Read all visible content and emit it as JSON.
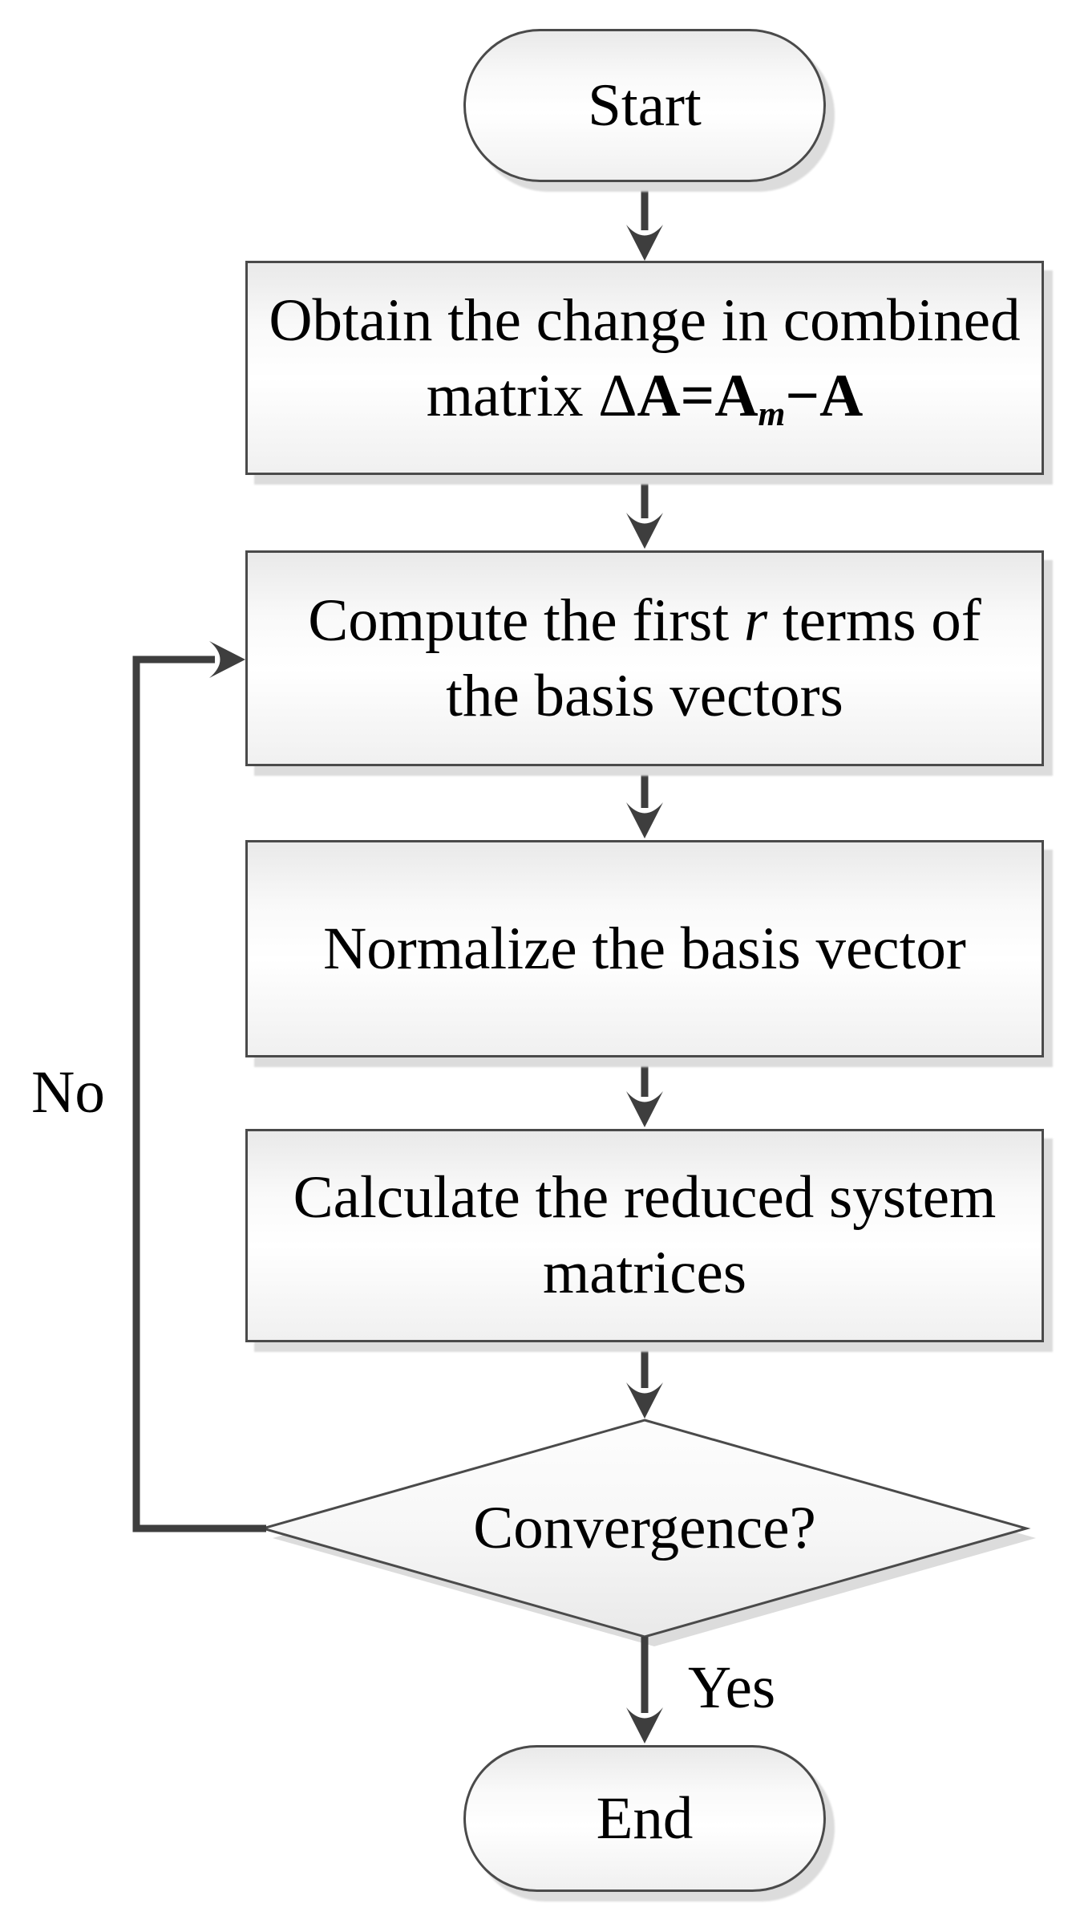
{
  "colors": {
    "background": "#ffffff",
    "connector_line": "#3e3e3e",
    "node_border": "#4a4a4a",
    "node_fill_top": "#e9e9e9",
    "node_fill_mid": "#ffffff",
    "node_fill_bottom": "#f0f0f0",
    "shadow": "#dcdcdc",
    "text": "#000000"
  },
  "nodes": {
    "start": {
      "label": "Start"
    },
    "obtain": {
      "line1": "Obtain the change in combined",
      "formula": {
        "prefix": "matrix ",
        "delta": "Δ",
        "a1": "A",
        "eq": "=",
        "a2": "A",
        "sub": "m",
        "minus": "−",
        "a3": "A"
      }
    },
    "compute": {
      "line1_pre": "Compute the first ",
      "line1_var": "r",
      "line1_post": " terms of",
      "line2": "the basis vectors"
    },
    "normalize": {
      "label": "Normalize the basis vector"
    },
    "calculate": {
      "line1": "Calculate the reduced system",
      "line2": "matrices"
    },
    "decision": {
      "label": "Convergence?"
    },
    "end": {
      "label": "End"
    }
  },
  "edges": {
    "yes_label": "Yes",
    "no_label": "No"
  }
}
